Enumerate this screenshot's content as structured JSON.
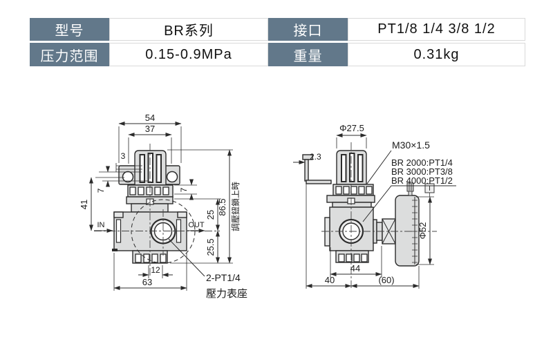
{
  "table": {
    "cells": [
      {
        "label": "型号",
        "value": "BR系列"
      },
      {
        "label": "接口",
        "value": "PT1/8 1/4 3/8 1/2"
      },
      {
        "label": "压力范围",
        "value": "0.15-0.9MPa"
      },
      {
        "label": "重量",
        "value": "0.31kg"
      }
    ]
  },
  "front_view": {
    "w54": "54",
    "w37": "37",
    "s3": "3",
    "h7_left": "7",
    "h41": "41",
    "h7_right": "7",
    "h25": "25",
    "h25_5": "25.5",
    "h86_5": "86.5",
    "w12": "12",
    "w63": "63",
    "in": "IN",
    "out": "OUT",
    "note_vertical": "調壓鈕鎖上時",
    "port_label_line1": "2-PT1/4",
    "port_label_line2": "壓力表座"
  },
  "side_view": {
    "d27_5": "Φ27.5",
    "d2_3": "2.3",
    "thread": "M30×1.5",
    "models": [
      "BR 2000:PT1/4",
      "BR 3000:PT3/8",
      "BR 4000:PT1/2"
    ],
    "d52": "Φ52",
    "w44": "44",
    "w40": "40",
    "w60": "(60)"
  },
  "colors": {
    "header_bg": "#62788a",
    "drawing_fill": "#dcdddd",
    "line": "#2b2b2b"
  }
}
